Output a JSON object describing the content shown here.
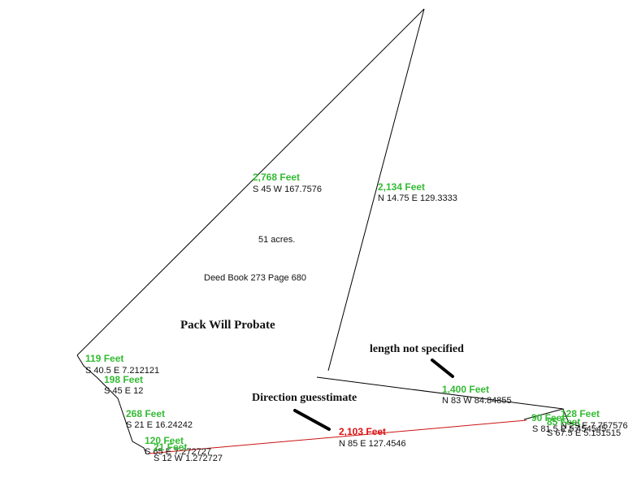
{
  "parcel": {
    "title": "Pack Will Probate",
    "acreage": "51 acres.",
    "deed_reference": "Deed Book 273 Page 680"
  },
  "calls": [
    {
      "id": "nw-line",
      "length": "2,768 Feet",
      "bearing": "S 45 W 167.7576"
    },
    {
      "id": "ne-line",
      "length": "2,134 Feet",
      "bearing": "N 14.75 E 129.3333"
    },
    {
      "id": "call-119",
      "length": "119 Feet",
      "bearing": "S 40.5 E 7.212121"
    },
    {
      "id": "call-198",
      "length": "198 Feet",
      "bearing": "S 45 E 12"
    },
    {
      "id": "call-268",
      "length": "268 Feet",
      "bearing": "S 21 E 16.24242"
    },
    {
      "id": "call-120",
      "length": "120 Feet",
      "bearing": "S 65 E 7.272727"
    },
    {
      "id": "call-21",
      "length": "21 Feet",
      "bearing": "S 12 W 1.272727"
    },
    {
      "id": "south-line",
      "length": "2,103 Feet",
      "bearing": "N 85 E 127.4546"
    },
    {
      "id": "east-line",
      "length": "1,400 Feet",
      "bearing": "N 83 W 84.84855"
    },
    {
      "id": "call-90",
      "length": "90 Feet",
      "bearing": "S 81.5 E 5.454545"
    },
    {
      "id": "call-128",
      "length": "128 Feet",
      "bearing": "N 29 E 7.757576"
    },
    {
      "id": "call-85",
      "length": "85 Feet",
      "bearing": "S 67.5 E 5.151515"
    }
  ],
  "annotations": {
    "length_note": "length not specified",
    "direction_note": "Direction guesstimate"
  },
  "colors": {
    "boundary": "#000000",
    "estimated_line": "#cc1111",
    "length_text": "#33bb33",
    "estimated_length_text": "#dd1111"
  }
}
